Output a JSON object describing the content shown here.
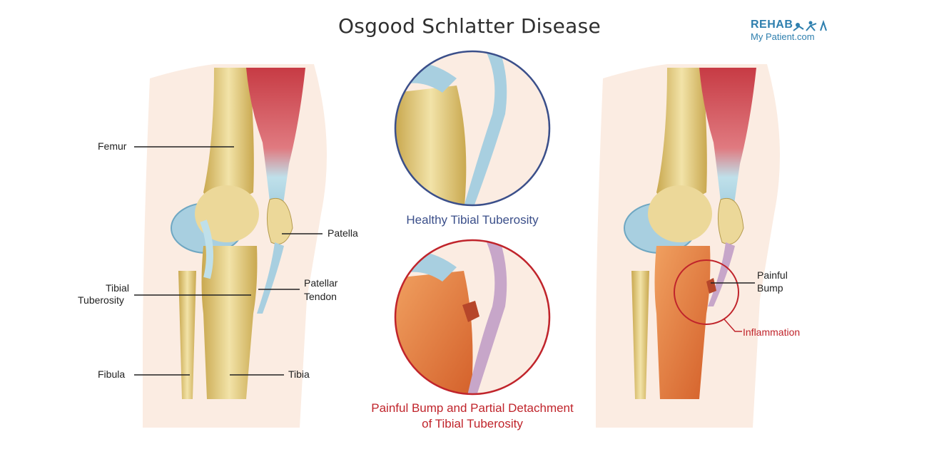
{
  "title": "Osgood Schlatter Disease",
  "logo": {
    "line1": "REHAB",
    "line2": "My Patient.com"
  },
  "labels": {
    "femur": "Femur",
    "patella": "Patella",
    "tibial_tuberosity_1": "Tibial",
    "tibial_tuberosity_2": "Tuberosity",
    "patellar_tendon_1": "Patellar",
    "patellar_tendon_2": "Tendon",
    "fibula": "Fibula",
    "tibia": "Tibia",
    "painful_bump_1": "Painful",
    "painful_bump_2": "Bump",
    "inflammation": "Inflammation"
  },
  "captions": {
    "healthy": "Healthy Tibial Tuberosity",
    "painful_1": "Painful Bump and Partial Detachment",
    "painful_2": "of Tibial Tuberosity"
  },
  "colors": {
    "healthy_ring": "#3b4f8a",
    "painful_ring": "#c0242b",
    "caption_healthy": "#3b4f8a",
    "caption_painful": "#c0242b",
    "bone": "#e8d496",
    "cartilage": "#a8cfe0",
    "muscle": "#d9535a",
    "inflamed": "#e07a35"
  }
}
